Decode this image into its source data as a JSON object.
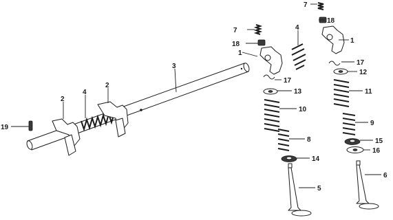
{
  "diagram": {
    "callouts": [
      {
        "id": "c1a",
        "text": "1"
      },
      {
        "id": "c1b",
        "text": "1"
      },
      {
        "id": "c2a",
        "text": "2"
      },
      {
        "id": "c2b",
        "text": "2"
      },
      {
        "id": "c3",
        "text": "3"
      },
      {
        "id": "c4a",
        "text": "4"
      },
      {
        "id": "c4b",
        "text": "4"
      },
      {
        "id": "c5",
        "text": "5"
      },
      {
        "id": "c6",
        "text": "6"
      },
      {
        "id": "c7a",
        "text": "7"
      },
      {
        "id": "c7b",
        "text": "7"
      },
      {
        "id": "c8",
        "text": "8"
      },
      {
        "id": "c9",
        "text": "9"
      },
      {
        "id": "c10",
        "text": "10"
      },
      {
        "id": "c11",
        "text": "11"
      },
      {
        "id": "c12",
        "text": "12"
      },
      {
        "id": "c13",
        "text": "13"
      },
      {
        "id": "c14",
        "text": "14"
      },
      {
        "id": "c15",
        "text": "15"
      },
      {
        "id": "c16",
        "text": "16"
      },
      {
        "id": "c17a",
        "text": "17"
      },
      {
        "id": "c17b",
        "text": "17"
      },
      {
        "id": "c18a",
        "text": "18"
      },
      {
        "id": "c18b",
        "text": "18"
      },
      {
        "id": "c19",
        "text": "19"
      }
    ]
  }
}
